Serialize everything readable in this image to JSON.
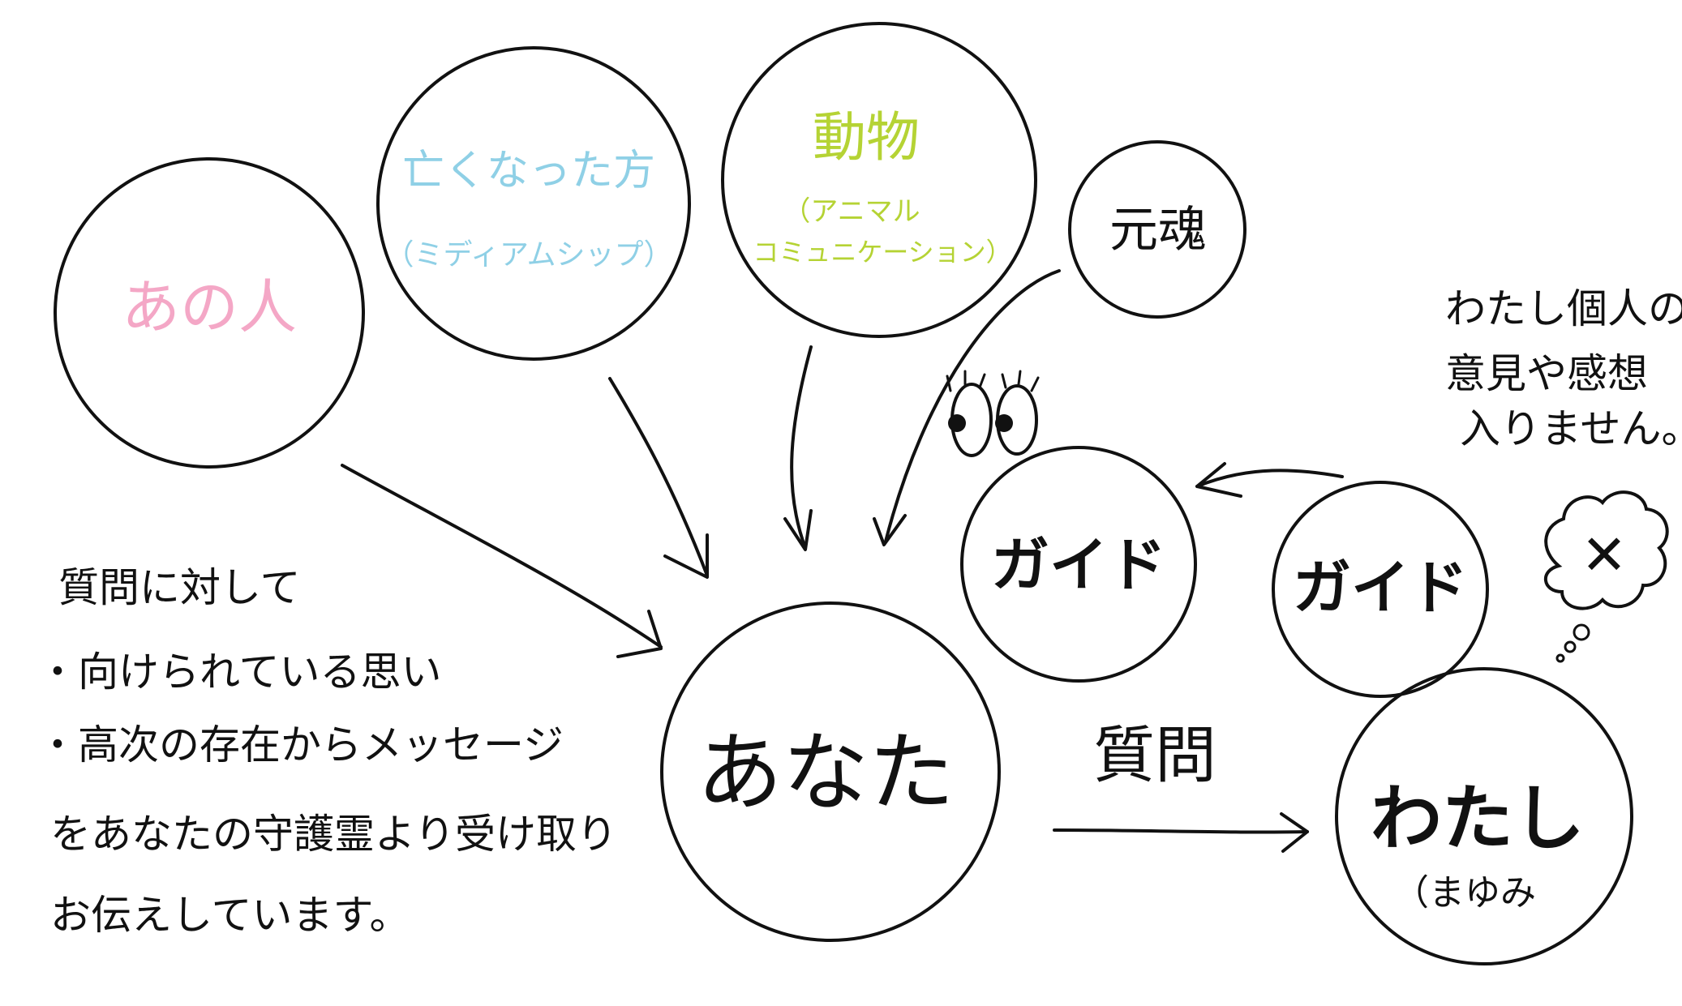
{
  "colors": {
    "ink": "#111111",
    "pink": "#f4a7c6",
    "sky": "#8fd0e6",
    "lime": "#b5d334"
  },
  "nodes": {
    "ano_hito": {
      "label": "あの人"
    },
    "nakunatta": {
      "label": "亡くなった方",
      "sub": "（ミディアムシップ）"
    },
    "doubutsu": {
      "label": "動物",
      "sub1": "（アニマル",
      "sub2": "コミュニケーション）"
    },
    "tamashii": {
      "label": "元魂"
    },
    "anata": {
      "label": "あなた"
    },
    "guide_left": {
      "label": "ガイド"
    },
    "guide_right": {
      "label": "ガイド"
    },
    "watashi": {
      "label": "わたし",
      "sub": "（まゆみ"
    }
  },
  "question_label": "質問",
  "left_note": {
    "lines": [
      "質問に対して",
      "・向けられている思い",
      "・高次の存在からメッセージ",
      "をあなたの守護霊より受け取り",
      "お伝えしています。"
    ]
  },
  "right_note": {
    "lines": [
      "わたし個人の",
      "意見や感想",
      "入りません。"
    ],
    "thought_mark": "✕"
  },
  "icons": {
    "eyes": "eyes-icon",
    "thought_bubble": "thought-bubble-icon"
  }
}
